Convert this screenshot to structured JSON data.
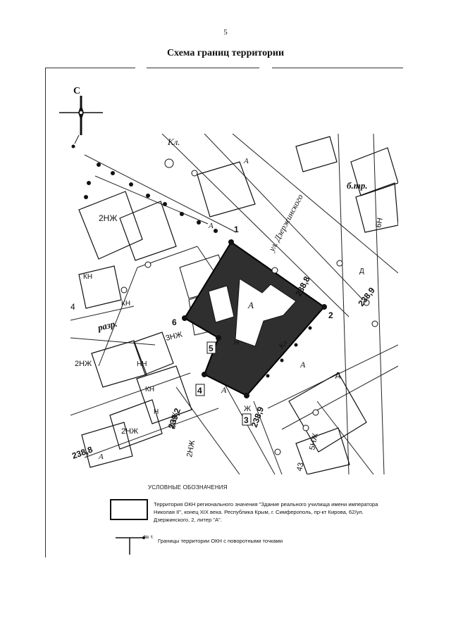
{
  "page_number": "5",
  "title": "Схема границ территории",
  "compass_letter": "С",
  "map": {
    "labels": {
      "kl_top": "Кл.",
      "street": "ул. Дзержинского",
      "b_tr": "б.тр.",
      "razr": "разр.",
      "a_center": "А",
      "a_right": "А",
      "a_mid": "А",
      "a_side": "А",
      "a_bottom": "А",
      "a_top": "А",
      "kl_side": "Кл",
      "two_nzh_1": "2НЖ",
      "two_nzh_2": "2НЖ",
      "two_nzh_3": "2НЖ",
      "two_nzh_4": "2НЖ",
      "two_nzh_5": "2НЖ",
      "three_nzh": "3НЖ",
      "kn_1": "КН",
      "kn_2": "КН",
      "kn_3": "КН",
      "nn_1": "НН",
      "five_nzh": "5НЖ",
      "six_n": "6Н",
      "four": "4",
      "l_43": "43",
      "zh_1": "Ж",
      "h_1": "Н",
      "h_2": "Н",
      "elev_1": "238,8",
      "elev_2": "238,9",
      "elev_3": "238,9",
      "elev_4": "239,2",
      "elev_5": "238,8",
      "d_1": "Д",
      "d_2": "Д"
    },
    "points": [
      "1",
      "2",
      "3",
      "4",
      "5",
      "6"
    ]
  },
  "legend": {
    "heading": "УСЛОВНЫЕ ОБОЗНАЧЕНИЯ",
    "item1_text": "Территория ОКН регионального значения \"Здание реального училища имени императора Николая II\", конец XIX века. Республика Крым, г. Симферополь, пр-кт Кирова, 62/ул. Дзержинского, 2, литер \"А\".",
    "item2_point_label": "№ т.",
    "item2_text": "Границы территории ОКН с поворотными точками"
  }
}
